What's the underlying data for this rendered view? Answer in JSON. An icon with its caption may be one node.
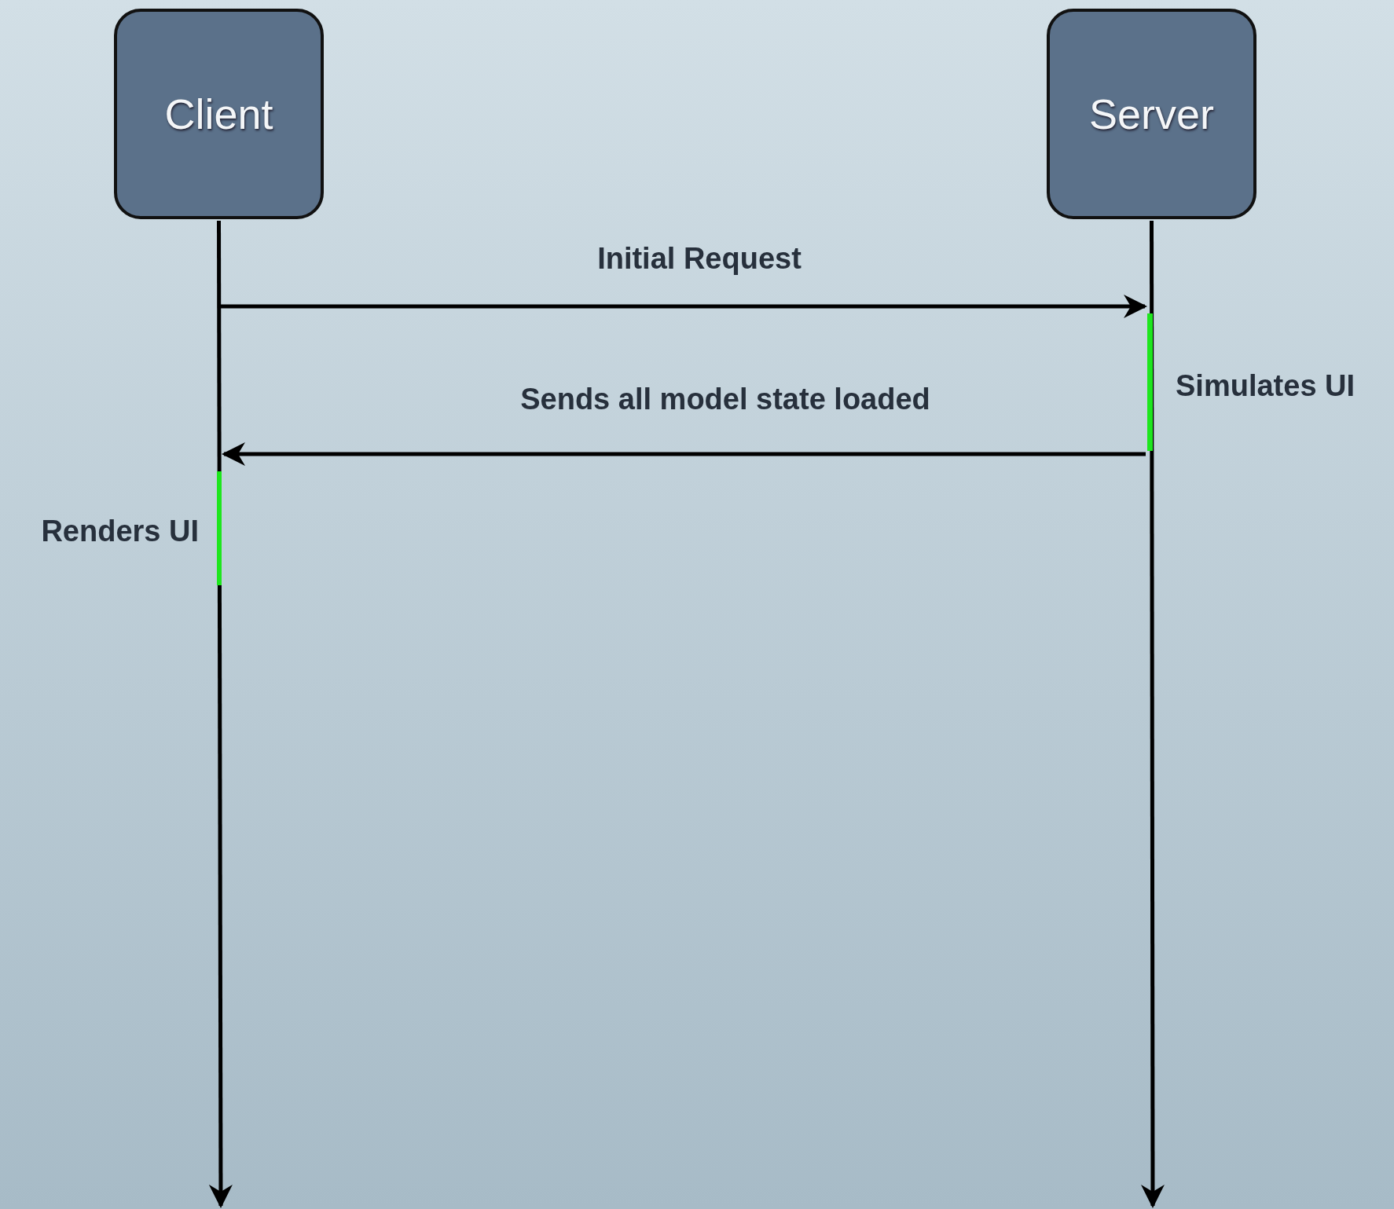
{
  "diagram": {
    "nodes": [
      {
        "text": [
          "Client"
        ]
      },
      {
        "text": [
          "Server"
        ]
      },
      {
        "text": [],
        "shape": "bar",
        "beside": [
          "Simulates UI"
        ]
      },
      {
        "text": [],
        "shape": "bar",
        "beside": [
          "Renders UI"
        ]
      }
    ],
    "edges": [
      {
        "from": 0,
        "to": null,
        "arrow": "to"
      },
      {
        "from": 1,
        "to": null,
        "arrow": "to"
      },
      {
        "from": null,
        "to": 2,
        "arrow": "to",
        "label": "Initial Request"
      },
      {
        "from": 2,
        "to": 3,
        "arrow": "to",
        "label": "Sends all model state loaded"
      }
    ]
  }
}
